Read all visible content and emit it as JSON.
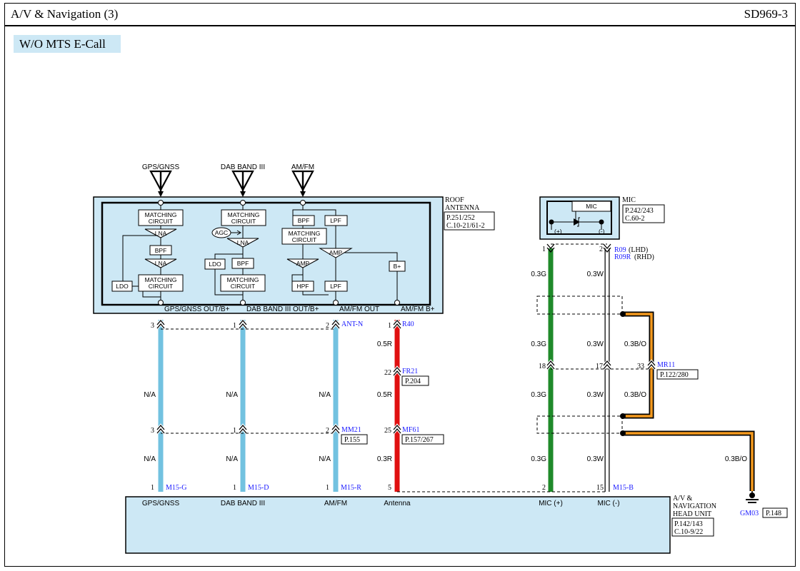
{
  "header": {
    "title": "A/V & Navigation (3)",
    "code": "SD969-3"
  },
  "variant_label": "W/O MTS E-Call",
  "roof_antenna": {
    "name_line1": "ROOF",
    "name_line2": "ANTENNA",
    "ref1": "P.251/252",
    "ref2": "C.10-21/61-2",
    "antennas": [
      "GPS/GNSS",
      "DAB BAND III",
      "AM/FM"
    ],
    "blocks": {
      "matching_line1": "MATCHING",
      "matching_line2": "CIRCUIT",
      "lna": "LNA",
      "bpf": "BPF",
      "ldo": "LDO",
      "agc": "AGC",
      "lpf": "LPF",
      "amp": "AMP",
      "hpf": "HPF",
      "bplus": "B+"
    },
    "terminals": [
      "GPS/GNSS OUT/B+",
      "DAB BAND III OUT/B+",
      "AM/FM OUT",
      "AM/FM B+"
    ]
  },
  "mic": {
    "name": "MIC",
    "inner_label": "MIC",
    "ref1": "P.242/243",
    "ref2": "C.60-2",
    "pos": "(+)",
    "neg": "(-)",
    "conn1": "R09",
    "conn1_note": "(LHD)",
    "conn2": "R09R",
    "conn2_note": "(RHD)"
  },
  "connectors": {
    "ant_n": "ANT-N",
    "r40": "R40",
    "fr21": "FR21",
    "fr21_ref": "P.204",
    "mm21": "MM21",
    "mm21_ref": "P.155",
    "mf61": "MF61",
    "mf61_ref": "P.157/267",
    "mr11": "MR11",
    "mr11_ref": "P.122/280",
    "m15g": "M15-G",
    "m15d": "M15-D",
    "m15r": "M15-R",
    "m15b": "M15-B",
    "gm03": "GM03",
    "gm03_ref": "P.148"
  },
  "pins": {
    "row1": [
      "3",
      "1",
      "2",
      "1"
    ],
    "fr21": "22",
    "row2": [
      "3",
      "1",
      "2",
      "25"
    ],
    "row3": [
      "1",
      "1",
      "1",
      "5",
      "2",
      "15"
    ],
    "mic": [
      "1",
      "2"
    ],
    "mr11": [
      "18",
      "17",
      "33"
    ]
  },
  "wires": {
    "na": "N/A",
    "r05": "0.5R",
    "r03": "0.3R",
    "g03": "0.3G",
    "w03": "0.3W",
    "bo03": "0.3B/O"
  },
  "colors": {
    "wire_blue": "#72c2e0",
    "wire_red": "#e01010",
    "wire_green": "#1f8a2a",
    "wire_orange": "#f59a1e",
    "box_fill": "#cde8f5"
  },
  "head_unit": {
    "pins": [
      "GPS/GNSS",
      "DAB BAND III",
      "AM/FM",
      "Antenna",
      "MIC (+)",
      "MIC (-)"
    ],
    "name_line1": "A/V &",
    "name_line2": "NAVIGATION",
    "name_line3": "HEAD UNIT",
    "ref1": "P.142/143",
    "ref2": "C.10-9/22"
  }
}
